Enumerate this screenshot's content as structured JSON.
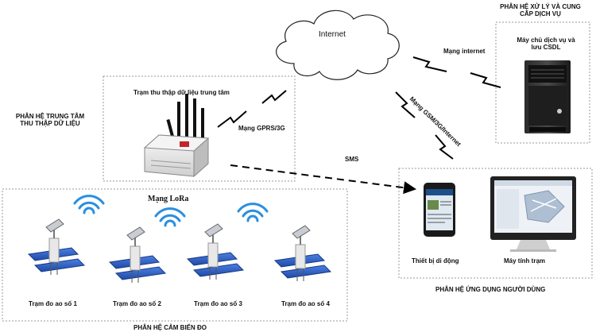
{
  "cloud": {
    "label": "Internet"
  },
  "links": {
    "internet_link": "Mạng internet",
    "gsm_link": "Mạng GSM/3G/Internet",
    "gprs_link": "Mạng GPRS/3G",
    "sms_link": "SMS"
  },
  "service_panel": {
    "title_line1": "PHÂN HỆ XỬ LÝ VÀ CUNG",
    "title_line2": "CẤP DỊCH VỤ",
    "server_label_line1": "Máy chủ dịch vụ và",
    "server_label_line2": "lưu CSDL"
  },
  "central_panel": {
    "side_label_line1": "PHÂN HỆ TRUNG TÂM",
    "side_label_line2": "THU THẬP DỮ LIỆU",
    "station_label": "Trạm thu thập dữ liệu trung tâm"
  },
  "sensor_panel": {
    "network_label": "Mạng LoRa",
    "stations": [
      "Trạm đo ao số 1",
      "Trạm đo ao số 2",
      "Trạm đo ao số 3",
      "Trạm đo ao số 4"
    ],
    "footer": "PHÂN HỆ CẢM BIẾN ĐO"
  },
  "user_panel": {
    "mobile_label": "Thiết bị di động",
    "pc_label": "Máy tính trạm",
    "footer": "PHÂN HỆ ỨNG DỤNG NGƯỜI DÙNG"
  },
  "colors": {
    "float_blue": "#2f63c6",
    "wifi_blue": "#2a8fe0",
    "gateway_red": "#c0262c",
    "dash_gray": "#888888"
  }
}
